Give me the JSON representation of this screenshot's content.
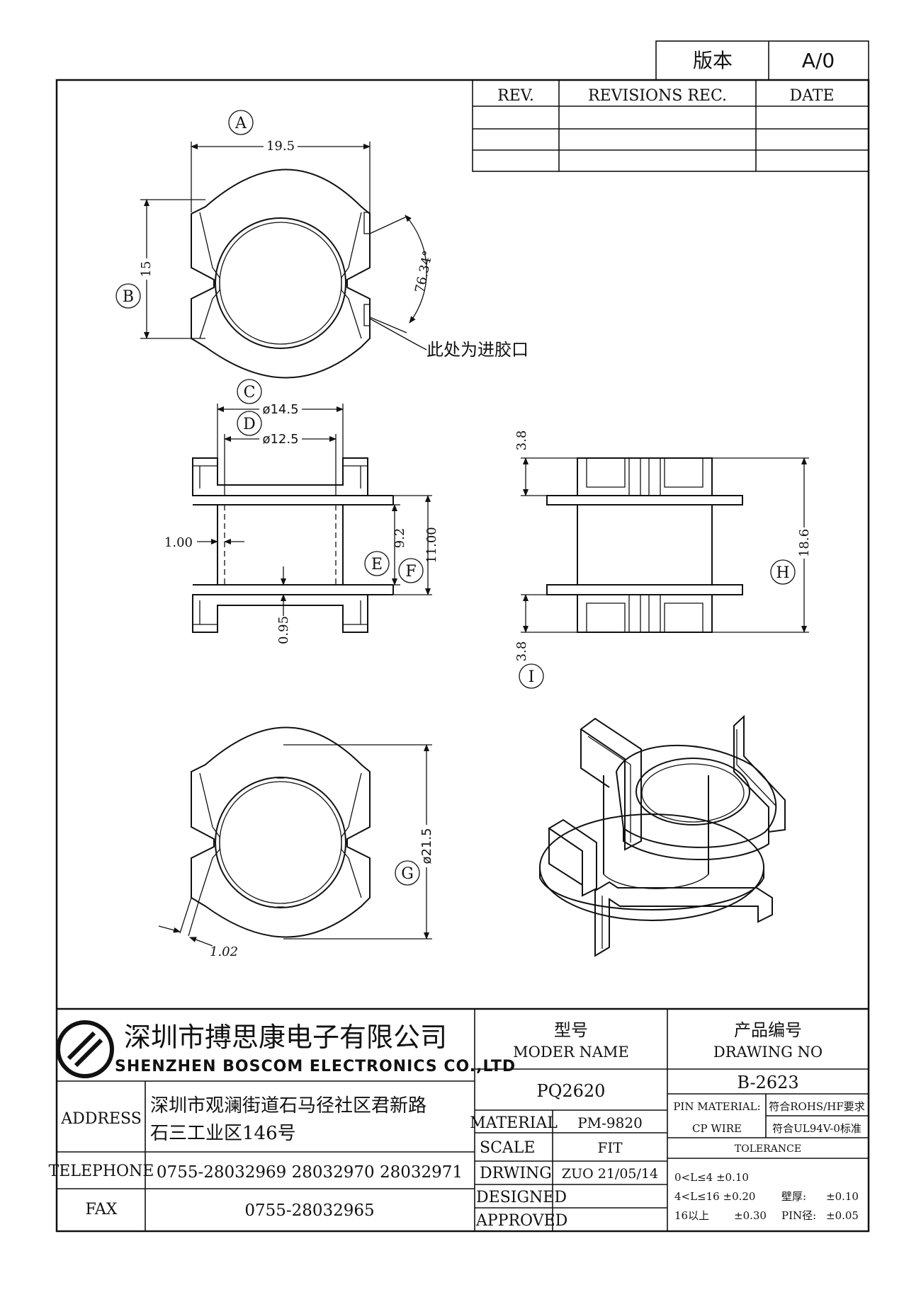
{
  "version_box": {
    "label": "版本",
    "value": "A/0"
  },
  "revision_table": {
    "headers": [
      "REV.",
      "REVISIONS REC.",
      "DATE"
    ]
  },
  "labels": {
    "A": "A",
    "B": "B",
    "C": "C",
    "D": "D",
    "E": "E",
    "F": "F",
    "G": "G",
    "H": "H",
    "I": "I"
  },
  "dimensions": {
    "width_a": "19.5",
    "height_b": "15",
    "angle": "76.34°",
    "outer_dia_c": "ø14.5",
    "inner_dia_d": "ø12.5",
    "wall": "1.00",
    "winding_e": "9.2",
    "height_f": "11.00",
    "flange": "0.95",
    "top_flange": "3.8",
    "total_h": "18.6",
    "bottom_flange_i": "3.8",
    "dia_g": "ø21.5",
    "slot": "1.02"
  },
  "note_gate": "此处为进胶口",
  "company": {
    "name_cn": "深圳市搏思康电子有限公司",
    "name_en": "SHENZHEN BOSCOM ELECTRONICS CO.,LTD"
  },
  "address": {
    "label": "ADDRESS",
    "line1": "深圳市观澜街道石马径社区君新路",
    "line2": "石三工业区146号"
  },
  "telephone": {
    "label": "TELEPHONE",
    "value": "0755-28032969 28032970 28032971"
  },
  "fax": {
    "label": "FAX",
    "value": "0755-28032965"
  },
  "model": {
    "label_cn": "型号",
    "label_en": "MODER NAME",
    "value": "PQ2620"
  },
  "drawing_no": {
    "label_cn": "产品编号",
    "label_en": "DRAWING NO",
    "value": "B-2623"
  },
  "material": {
    "label": "MATERIAL",
    "value": "PM-9820"
  },
  "scale": {
    "label": "SCALE",
    "value": "FIT"
  },
  "drwing": {
    "label": "DRWING",
    "value": "ZUO 21/05/14"
  },
  "designed": {
    "label": "DESIGNED",
    "value": ""
  },
  "approved": {
    "label": "APPROVED",
    "value": ""
  },
  "pin_material": {
    "label": "PIN MATERIAL:",
    "value": "符合ROHS/HF要求"
  },
  "cp_wire": {
    "label": "CP WIRE",
    "value": "符合UL94V-0标准"
  },
  "tolerance": {
    "title": "TOLERANCE",
    "row1": "0<L≤4  ±0.10",
    "row2": "4<L≤16  ±0.20",
    "row3_a": "16以上",
    "row3_b": "±0.30",
    "wall_label": "壁厚:",
    "wall_value": "±0.10",
    "pin_label": "PIN径:",
    "pin_value": "±0.05"
  }
}
